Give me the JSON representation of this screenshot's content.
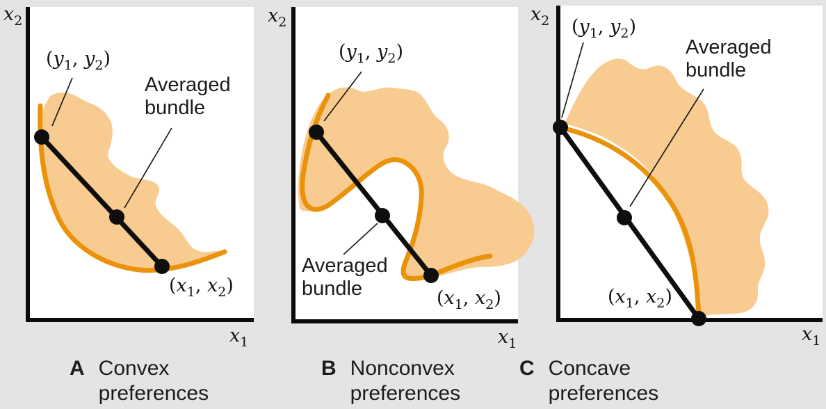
{
  "figure": {
    "background_color": "#e4e4e4",
    "preferred_set_fill": "#f8cb90",
    "indifference_curve_color": "#ea930a",
    "ink_color": "#0e0e0e"
  },
  "syntax": {
    "open": "(",
    "comma": ", ",
    "close": ")"
  },
  "panels": [
    {
      "label": "A",
      "caption": {
        "line1": "Convex",
        "line2": "preferences"
      },
      "y_axis": {
        "base": "x",
        "sub": "2"
      },
      "x_axis": {
        "base": "x",
        "sub": "1"
      },
      "top_point": {
        "v1": "y",
        "s1": "1",
        "v2": "y",
        "s2": "2"
      },
      "bottom_point": {
        "v1": "x",
        "s1": "1",
        "v2": "x",
        "s2": "2"
      },
      "bundle_label": {
        "line1": "Averaged",
        "line2": "bundle"
      }
    },
    {
      "label": "B",
      "caption": {
        "line1": "Nonconvex",
        "line2": "preferences"
      },
      "y_axis": {
        "base": "x",
        "sub": "2"
      },
      "x_axis": {
        "base": "x",
        "sub": "1"
      },
      "top_point": {
        "v1": "y",
        "s1": "1",
        "v2": "y",
        "s2": "2"
      },
      "bottom_point": {
        "v1": "x",
        "s1": "1",
        "v2": "x",
        "s2": "2"
      },
      "bundle_label": {
        "line1": "Averaged",
        "line2": "bundle"
      }
    },
    {
      "label": "C",
      "caption": {
        "line1": "Concave",
        "line2": "preferences"
      },
      "y_axis": {
        "base": "x",
        "sub": "2"
      },
      "x_axis": {
        "base": "x",
        "sub": "1"
      },
      "top_point": {
        "v1": "y",
        "s1": "1",
        "v2": "y",
        "s2": "2"
      },
      "bottom_point": {
        "v1": "x",
        "s1": "1",
        "v2": "x",
        "s2": "2"
      },
      "bundle_label": {
        "line1": "Averaged",
        "line2": "bundle"
      }
    }
  ]
}
